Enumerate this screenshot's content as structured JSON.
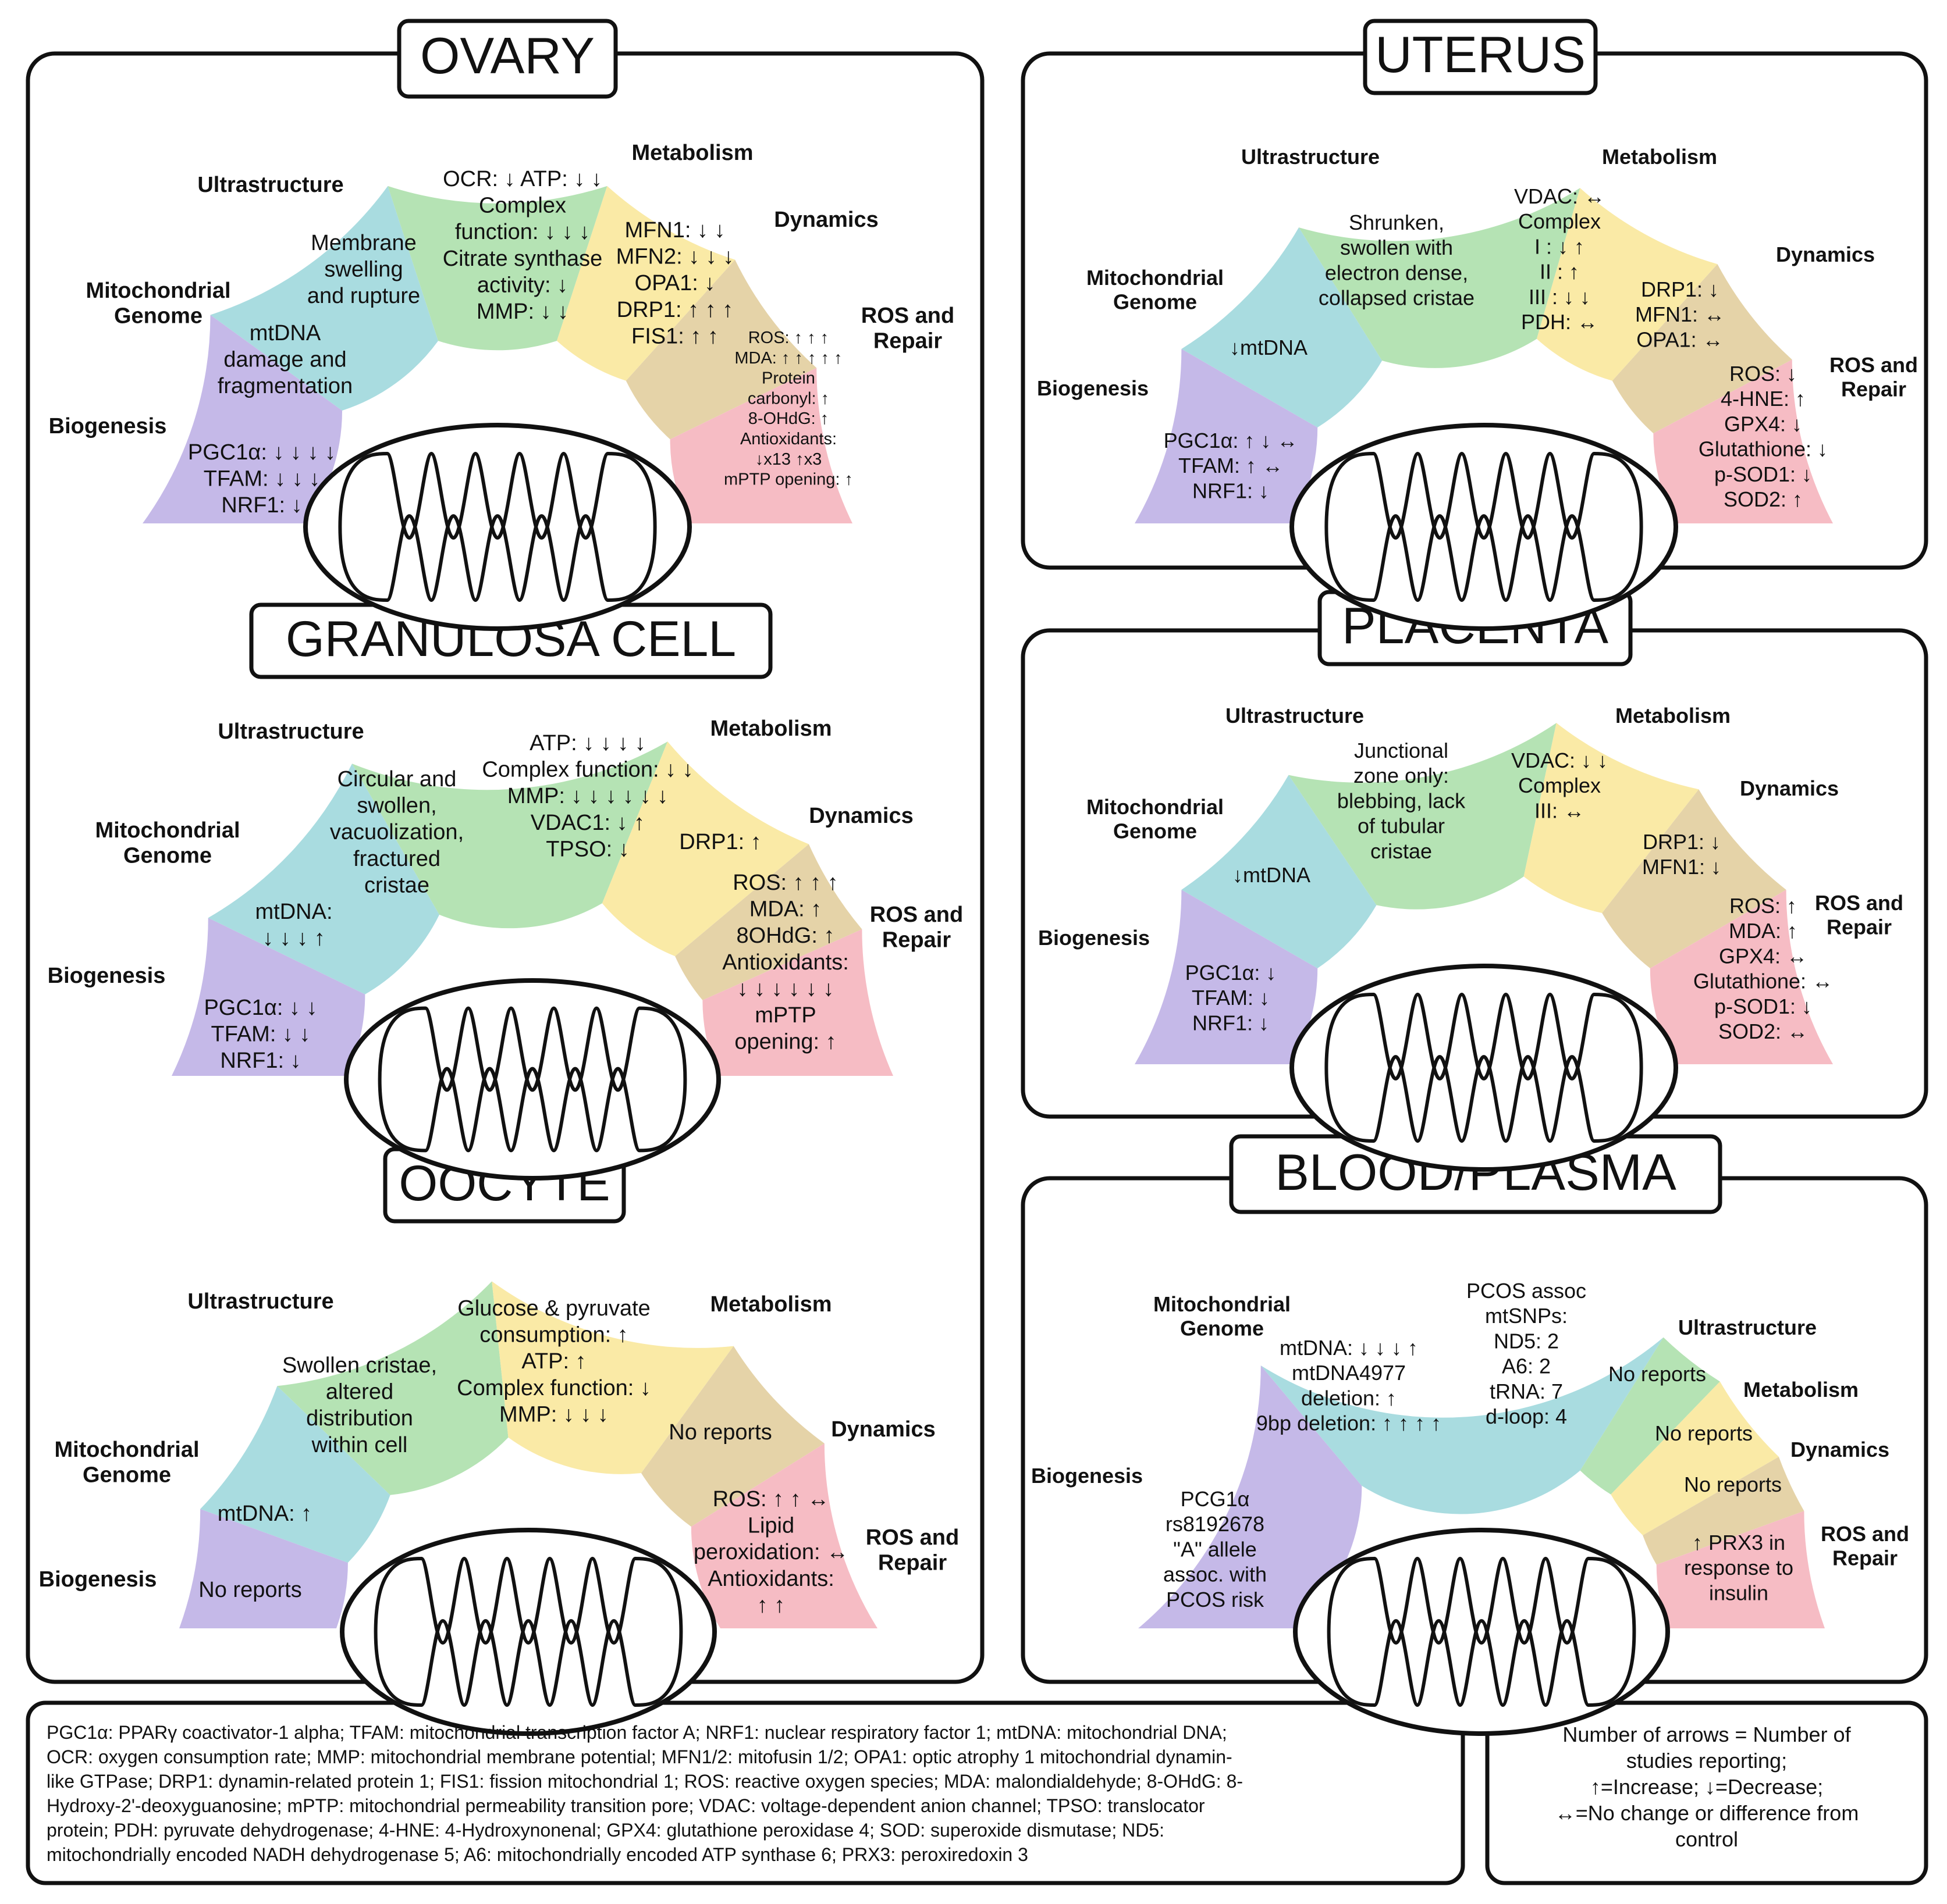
{
  "colors": {
    "biogenesis": "#c5b9e8",
    "genome": "#a9dce0",
    "ultrastructure": "#b5e3b4",
    "metabolism": "#faeaa6",
    "dynamics": "#e5d3a8",
    "ros": "#f6bcc4"
  },
  "category_labels": {
    "biogenesis": "Biogenesis",
    "genome": [
      "Mitochondrial",
      "Genome"
    ],
    "ultrastructure": "Ultrastructure",
    "metabolism": "Metabolism",
    "dynamics": "Dynamics",
    "ros": [
      "ROS and",
      "Repair"
    ]
  },
  "panels": [
    {
      "id": "ovary",
      "title": "OVARY",
      "segments": {
        "biogenesis": [
          "PGC1α: ↓ ↓ ↓ ↓",
          "TFAM: ↓ ↓ ↓",
          "NRF1: ↓"
        ],
        "genome": [
          "mtDNA",
          "damage and",
          "fragmentation"
        ],
        "ultrastructure": [
          "Membrane",
          "swelling",
          "and rupture"
        ],
        "metabolism": [
          "OCR: ↓  ATP: ↓ ↓",
          "Complex",
          "function: ↓ ↓ ↓",
          "Citrate synthase",
          "activity: ↓",
          "MMP: ↓ ↓"
        ],
        "dynamics": [
          "MFN1: ↓ ↓",
          "MFN2: ↓ ↓ ↓",
          "OPA1: ↓",
          "DRP1: ↑ ↑ ↑",
          "FIS1: ↑ ↑"
        ],
        "ros": [
          "ROS: ↑ ↑ ↑",
          "MDA: ↑ ↑ ↑ ↑ ↑",
          "Protein",
          "carbonyl: ↑",
          "8-OHdG: ↑",
          "Antioxidants:",
          "↓x13 ↑x3",
          "mPTP opening: ↑"
        ]
      }
    },
    {
      "id": "granulosa",
      "title": "GRANULOSA CELL",
      "segments": {
        "biogenesis": [
          "PGC1α: ↓ ↓",
          "TFAM: ↓ ↓",
          "NRF1: ↓"
        ],
        "genome": [
          "mtDNA:",
          "↓ ↓ ↓ ↑"
        ],
        "ultrastructure": [
          "Circular and",
          "swollen,",
          "vacuolization,",
          "fractured",
          "cristae"
        ],
        "metabolism": [
          "ATP: ↓ ↓ ↓ ↓",
          "Complex function: ↓ ↓",
          "MMP: ↓ ↓ ↓ ↓ ↓ ↓",
          "VDAC1: ↓ ↑",
          "TPSO: ↓"
        ],
        "dynamics": [
          "DRP1: ↑"
        ],
        "ros": [
          "ROS: ↑ ↑ ↑",
          "MDA: ↑",
          "8OHdG: ↑",
          "Antioxidants:",
          "↓ ↓ ↓ ↓ ↓ ↓",
          "mPTP",
          "opening: ↑"
        ]
      }
    },
    {
      "id": "oocyte",
      "title": "OOCYTE",
      "segments": {
        "biogenesis": [
          "No reports"
        ],
        "genome": [
          "mtDNA: ↑"
        ],
        "ultrastructure": [
          "Swollen cristae,",
          "altered",
          "distribution",
          "within cell"
        ],
        "metabolism": [
          "Glucose & pyruvate",
          "consumption: ↑",
          "ATP: ↑",
          "Complex function: ↓",
          "MMP: ↓ ↓ ↓"
        ],
        "dynamics": [
          "No reports"
        ],
        "ros": [
          "ROS: ↑ ↑ ↔",
          "Lipid",
          "peroxidation: ↔",
          "Antioxidants:",
          "↑ ↑"
        ]
      }
    },
    {
      "id": "uterus",
      "title": "UTERUS",
      "segments": {
        "biogenesis": [
          "PGC1α: ↑ ↓ ↔",
          "TFAM: ↑ ↔",
          "NRF1: ↓"
        ],
        "genome": [
          "↓mtDNA"
        ],
        "ultrastructure": [
          "Shrunken,",
          "swollen with",
          "electron dense,",
          "collapsed cristae"
        ],
        "metabolism": [
          "VDAC: ↔",
          "Complex",
          "I : ↓ ↑",
          "II : ↑",
          "III : ↓ ↓",
          "PDH: ↔"
        ],
        "dynamics": [
          "DRP1: ↓",
          "MFN1: ↔",
          "OPA1: ↔"
        ],
        "ros": [
          "ROS: ↓",
          "4-HNE: ↑",
          "GPX4: ↓",
          "Glutathione: ↓",
          "p-SOD1: ↓",
          "SOD2: ↑"
        ]
      }
    },
    {
      "id": "placenta",
      "title": "PLACENTA",
      "segments": {
        "biogenesis": [
          "PGC1α: ↓",
          "TFAM: ↓",
          "NRF1: ↓"
        ],
        "genome": [
          "↓mtDNA"
        ],
        "ultrastructure": [
          "Junctional",
          "zone only:",
          "blebbing, lack",
          "of tubular",
          "cristae"
        ],
        "metabolism": [
          "VDAC: ↓ ↓",
          "Complex",
          "III: ↔"
        ],
        "dynamics": [
          "DRP1: ↓",
          "MFN1: ↓"
        ],
        "ros": [
          "ROS: ↑",
          "MDA: ↑",
          "GPX4: ↔",
          "Glutathione: ↔",
          "p-SOD1: ↓",
          "SOD2: ↔"
        ]
      }
    },
    {
      "id": "blood",
      "title": "BLOOD/PLASMA",
      "segments": {
        "biogenesis": [
          "PCG1α",
          "rs8192678",
          "\"A\" allele",
          "assoc. with",
          "PCOS risk"
        ],
        "genome": [
          "mtDNA: ↓ ↓ ↓ ↑",
          "mtDNA4977",
          "deletion: ↑",
          "9bp deletion: ↑ ↑ ↑ ↑"
        ],
        "genome2": [
          "PCOS assoc",
          "mtSNPs:",
          "ND5: 2",
          "A6: 2",
          "tRNA: 7",
          "d-loop: 4"
        ],
        "ultrastructure": [
          "No reports"
        ],
        "metabolism": [
          "No reports"
        ],
        "dynamics": [
          "No reports"
        ],
        "ros": [
          "↑ PRX3 in",
          "response to",
          "insulin"
        ]
      }
    }
  ],
  "abbreviations": [
    "PGC1α: PPARγ coactivator-1 alpha; TFAM: mitochondrial transcription factor A; NRF1: nuclear respiratory factor 1; mtDNA: mitochondrial DNA;",
    "OCR: oxygen consumption rate; MMP: mitochondrial membrane potential; MFN1/2: mitofusin 1/2; OPA1: optic atrophy 1 mitochondrial dynamin-",
    "like GTPase; DRP1: dynamin-related protein 1; FIS1: fission mitochondrial 1; ROS: reactive oxygen species; MDA: malondialdehyde; 8-OHdG: 8-",
    "Hydroxy-2'-deoxyguanosine; mPTP: mitochondrial permeability transition pore; VDAC: voltage-dependent anion channel; TPSO: translocator",
    "protein; PDH: pyruvate dehydrogenase; 4-HNE: 4-Hydroxynonenal; GPX4: glutathione peroxidase 4; SOD: superoxide dismutase; ND5:",
    "mitochondrially encoded NADH dehydrogenase 5; A6: mitochondrially encoded ATP synthase 6; PRX3: peroxiredoxin 3"
  ],
  "key": [
    "Number of arrows = Number of",
    "studies reporting;",
    "↑=Increase; ↓=Decrease;",
    "↔=No change or difference from",
    "control"
  ]
}
